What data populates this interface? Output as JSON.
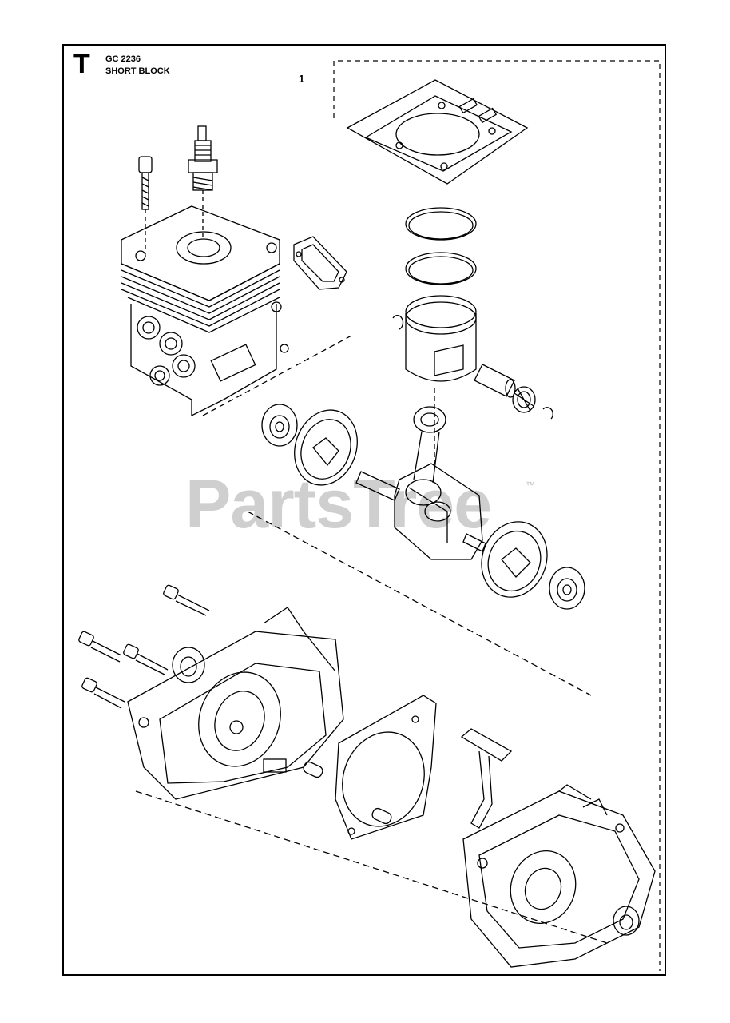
{
  "header": {
    "section_letter": "T",
    "model": "GC 2236",
    "title": "SHORT BLOCK",
    "item_number": "1"
  },
  "watermark": {
    "brand": "PartsTree",
    "trademark": "™"
  },
  "colors": {
    "line": "#000000",
    "watermark": "#cfcfcf"
  },
  "parts": [
    "gasket-cylinder",
    "spark-plug",
    "cylinder-bolt",
    "cylinder",
    "exhaust-gasket",
    "piston-ring-upper",
    "piston-ring-lower",
    "piston",
    "piston-circlip",
    "piston-pin",
    "needle-bearing",
    "connecting-rod",
    "crankshaft",
    "main-bearing",
    "crank-seal",
    "crankcase-bolts",
    "crankcase-half",
    "crankcase-gasket",
    "dowel-pins",
    "crankcase-half-right"
  ]
}
